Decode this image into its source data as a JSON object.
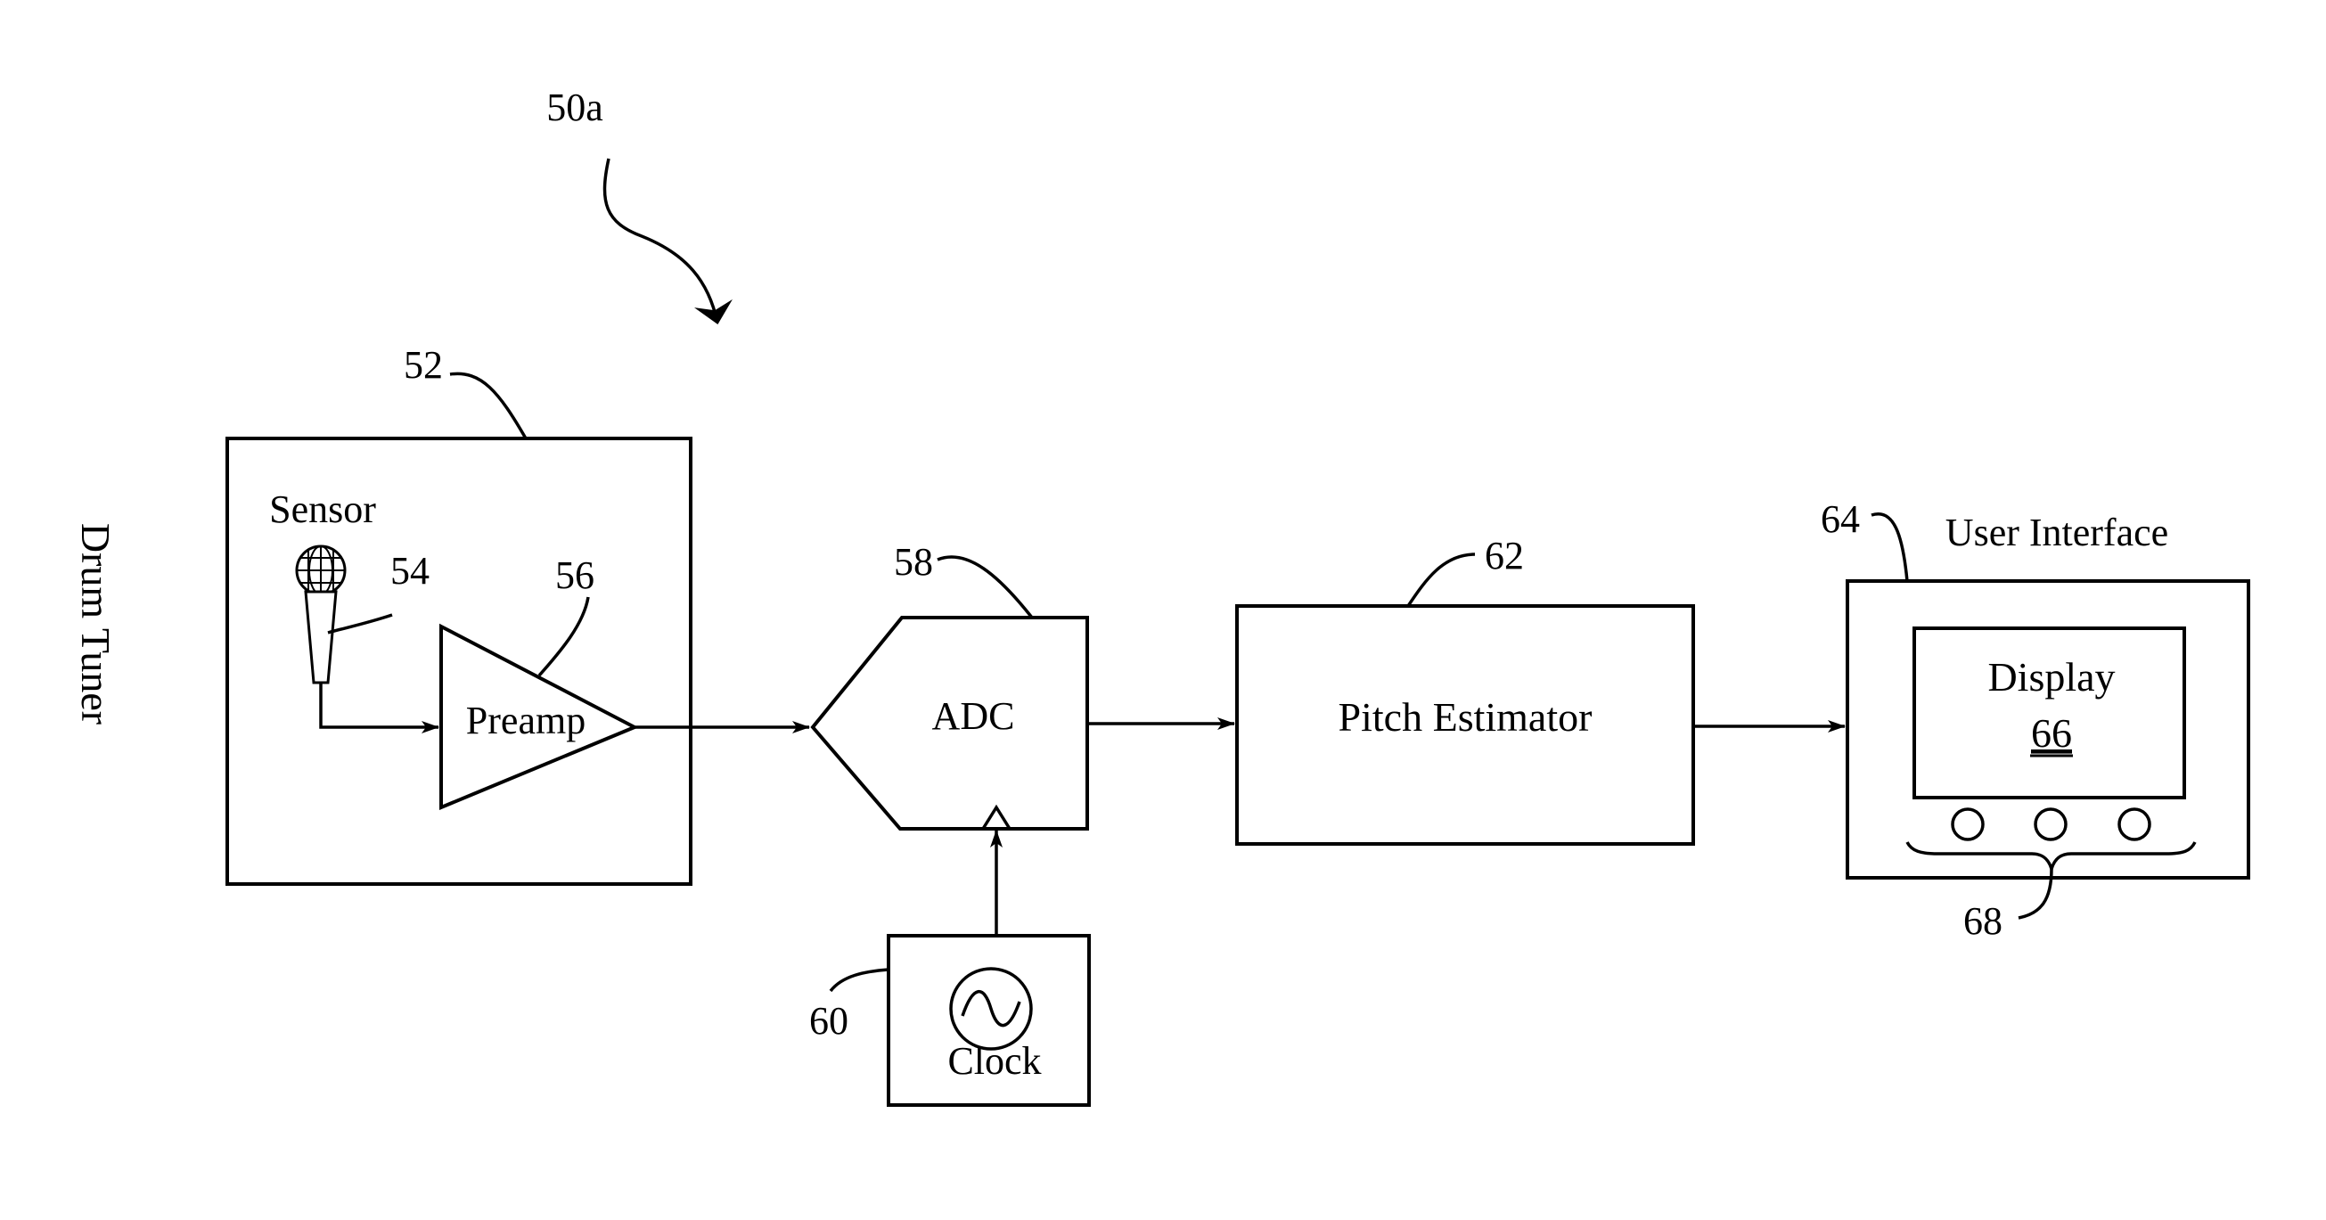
{
  "figure": {
    "rotated_title": "Drum Tuner",
    "ref_main": "50a",
    "tuner_box": {
      "ref": "52"
    },
    "sensor": {
      "label": "Sensor",
      "ref": "54"
    },
    "preamp": {
      "label": "Preamp",
      "ref": "56"
    },
    "adc": {
      "label": "ADC",
      "ref": "58"
    },
    "clock": {
      "label": "Clock",
      "ref": "60"
    },
    "pitch_estimator": {
      "label": "Pitch Estimator",
      "ref": "62"
    },
    "user_interface": {
      "label": "User Interface",
      "ref": "64"
    },
    "display": {
      "label": "Display",
      "ref": "66"
    },
    "buttons": {
      "ref": "68"
    }
  }
}
